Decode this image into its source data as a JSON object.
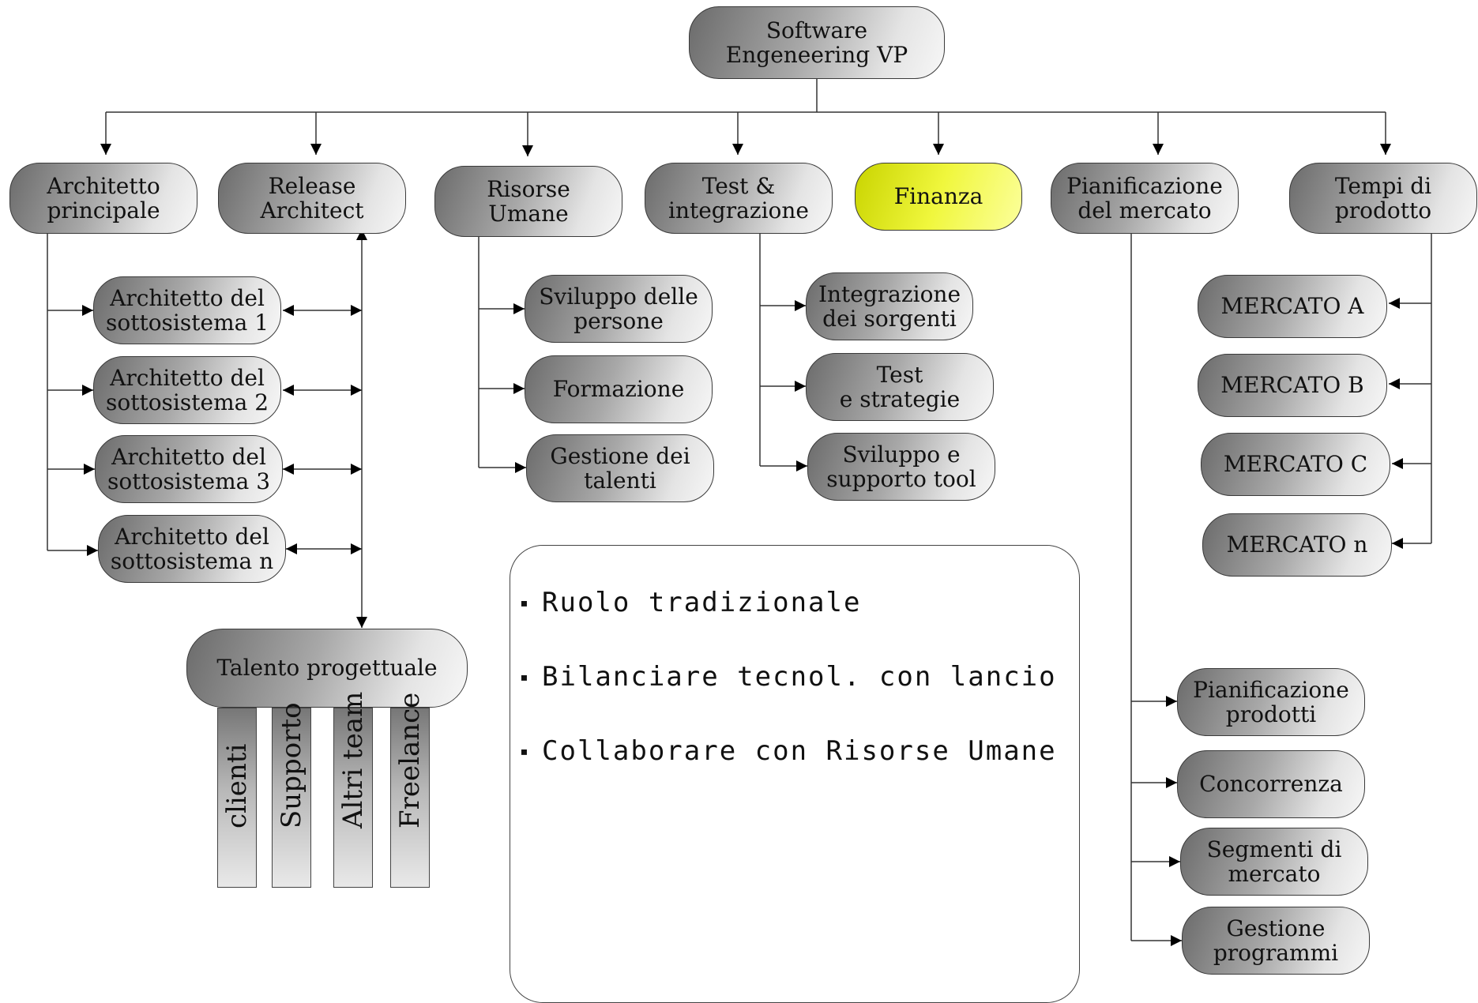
{
  "root": "Software\nEngeneering VP",
  "departments": {
    "architetto_principale": "Architetto\nprincipale",
    "release_architect": "Release\nArchitect",
    "risorse_umane": "Risorse\nUmane",
    "test_integrazione": "Test &\nintegrazione",
    "finanza": "Finanza",
    "pianificazione_mercato": "Pianificazione\ndel mercato",
    "tempi_prodotto": "Tempi di\nprodotto"
  },
  "subsystem_architects": [
    "Architetto del\nsottosistema 1",
    "Architetto del\nsottosistema 2",
    "Architetto del\nsottosistema 3",
    "Architetto del\nsottosistema n"
  ],
  "talent": {
    "label": "Talento progettuale",
    "sources": [
      "clienti",
      "Supporto",
      "Altri team",
      "Freelance"
    ]
  },
  "hr_items": [
    "Sviluppo delle\npersone",
    "Formazione",
    "Gestione dei\ntalenti"
  ],
  "test_items": [
    "Integrazione\ndei sorgenti",
    "Test\ne strategie",
    "Sviluppo e\nsupporto tool"
  ],
  "markets": [
    "MERCATO A",
    "MERCATO B",
    "MERCATO C",
    "MERCATO n"
  ],
  "planning_items": [
    "Pianificazione\nprodotti",
    "Concorrenza",
    "Segmenti di\nmercato",
    "Gestione\nprogrammi"
  ],
  "notes": [
    "Ruolo tradizionale",
    "Bilanciare tecnol. con lancio",
    "Collaborare con Risorse Umane"
  ],
  "colors": {
    "highlight": "#f0f73d",
    "box_dark": "#6b6b6b",
    "box_light": "#f7f7f7"
  }
}
